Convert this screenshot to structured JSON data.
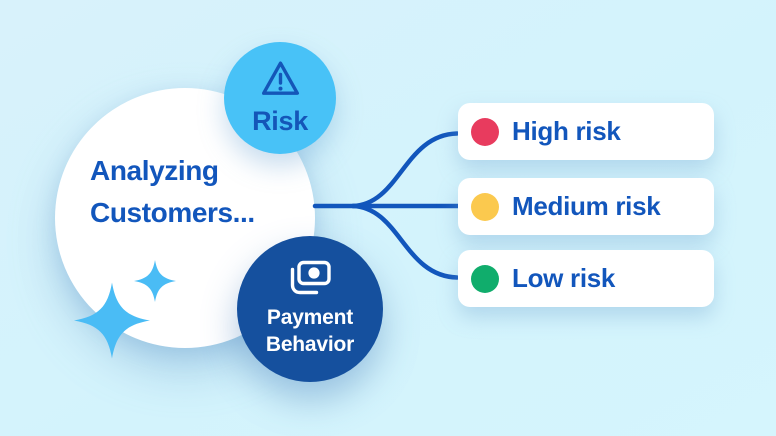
{
  "illustration_title": "Analyzing Customers...",
  "colors": {
    "background": "#D4F3FC",
    "primary_text_blue": "#1256BC",
    "connector_blue": "#1256BC",
    "risk_node_fill": "#48C2F7",
    "payment_node_fill": "#15509E",
    "sparkle_blue": "#4ABCF5",
    "card_background": "#FFFFFF",
    "high_risk_dot": "#E83B5E",
    "medium_risk_dot": "#FBC94E",
    "low_risk_dot": "#10AD6C"
  },
  "main_circle": {
    "lines": [
      "Analyzing",
      "Customers..."
    ]
  },
  "risk_node": {
    "icon": "warning-triangle-icon",
    "label": "Risk"
  },
  "payment_node": {
    "icon": "banknote-icon",
    "label": "Payment Behavior"
  },
  "cards": [
    {
      "label": "High risk",
      "dot_color": "#E83B5E"
    },
    {
      "label": "Medium risk",
      "dot_color": "#FBC94E"
    },
    {
      "label": "Low risk",
      "dot_color": "#10AD6C"
    }
  ]
}
